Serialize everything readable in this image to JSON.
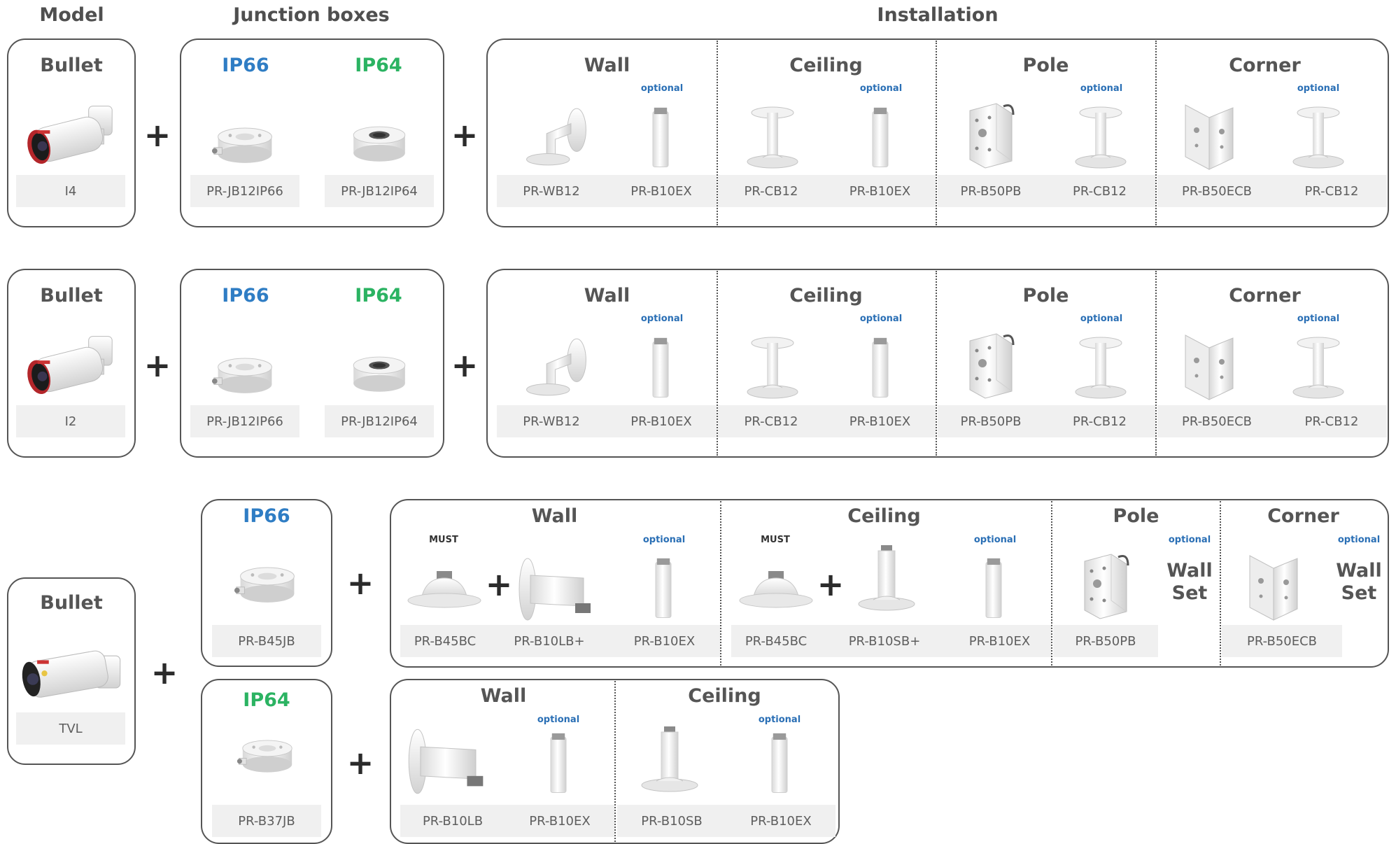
{
  "headers": {
    "model": "Model",
    "junction_boxes": "Junction boxes",
    "installation": "Installation"
  },
  "plus": "+",
  "row1": {
    "model_title": "Bullet",
    "model_label": "I4",
    "jb": [
      {
        "title": "IP66",
        "label": "PR-JB12IP66"
      },
      {
        "title": "IP64",
        "label": "PR-JB12IP64"
      }
    ],
    "sections": [
      {
        "title": "Wall",
        "optional": "optional",
        "labels": [
          "PR-WB12",
          "PR-B10EX"
        ]
      },
      {
        "title": "Ceiling",
        "optional": "optional",
        "labels": [
          "PR-CB12",
          "PR-B10EX"
        ]
      },
      {
        "title": "Pole",
        "optional": "optional",
        "labels": [
          "PR-B50PB",
          "PR-CB12"
        ]
      },
      {
        "title": "Corner",
        "optional": "optional",
        "labels": [
          "PR-B50ECB",
          "PR-CB12"
        ]
      }
    ]
  },
  "row2": {
    "model_title": "Bullet",
    "model_label": "I2",
    "jb": [
      {
        "title": "IP66",
        "label": "PR-JB12IP66"
      },
      {
        "title": "IP64",
        "label": "PR-JB12IP64"
      }
    ],
    "sections": [
      {
        "title": "Wall",
        "optional": "optional",
        "labels": [
          "PR-WB12",
          "PR-B10EX"
        ]
      },
      {
        "title": "Ceiling",
        "optional": "optional",
        "labels": [
          "PR-CB12",
          "PR-B10EX"
        ]
      },
      {
        "title": "Pole",
        "optional": "optional",
        "labels": [
          "PR-B50PB",
          "PR-CB12"
        ]
      },
      {
        "title": "Corner",
        "optional": "optional",
        "labels": [
          "PR-B50ECB",
          "PR-CB12"
        ]
      }
    ]
  },
  "row3": {
    "model_title": "Bullet",
    "model_label": "TVL",
    "ip66": {
      "title": "IP66",
      "label": "PR-B45JB"
    },
    "ip64": {
      "title": "IP64",
      "label": "PR-B37JB"
    },
    "top": {
      "wall": {
        "title": "Wall",
        "must": "MUST",
        "optional": "optional",
        "labels": [
          "PR-B45BC",
          "PR-B10LB+",
          "PR-B10EX"
        ]
      },
      "ceiling": {
        "title": "Ceiling",
        "must": "MUST",
        "optional": "optional",
        "labels": [
          "PR-B45BC",
          "PR-B10SB+",
          "PR-B10EX"
        ]
      },
      "pole": {
        "title": "Pole",
        "optional": "optional",
        "wallset_line1": "Wall",
        "wallset_line2": "Set",
        "label": "PR-B50PB"
      },
      "corner": {
        "title": "Corner",
        "optional": "optional",
        "wallset_line1": "Wall",
        "wallset_line2": "Set",
        "label": "PR-B50ECB"
      }
    },
    "bottom": {
      "wall": {
        "title": "Wall",
        "optional": "optional",
        "labels": [
          "PR-B10LB",
          "PR-B10EX"
        ]
      },
      "ceiling": {
        "title": "Ceiling",
        "optional": "optional",
        "labels": [
          "PR-B10SB",
          "PR-B10EX"
        ]
      }
    }
  },
  "colors": {
    "ip66": "#2f7dc4",
    "ip64": "#2bb362",
    "optional": "#2a6fb5",
    "border": "#555555",
    "label_bg": "#f0f0f0"
  }
}
